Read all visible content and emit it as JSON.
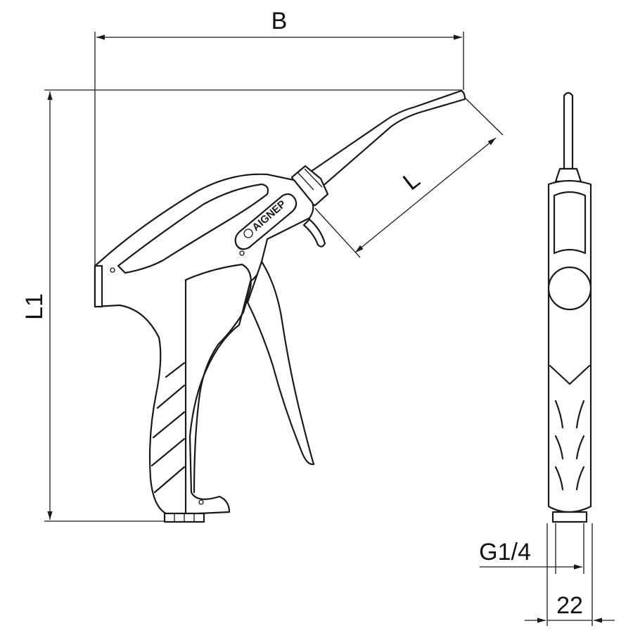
{
  "dimensions": {
    "width_label": "B",
    "height_label": "L1",
    "nozzle_label": "L",
    "thread_label": "G1/4",
    "body_width_label": "22"
  },
  "logo": {
    "text": "AIGNEP",
    "symbol": "aignep-logo-icon"
  },
  "colors": {
    "line": "#1a1a1a",
    "background": "#ffffff"
  }
}
